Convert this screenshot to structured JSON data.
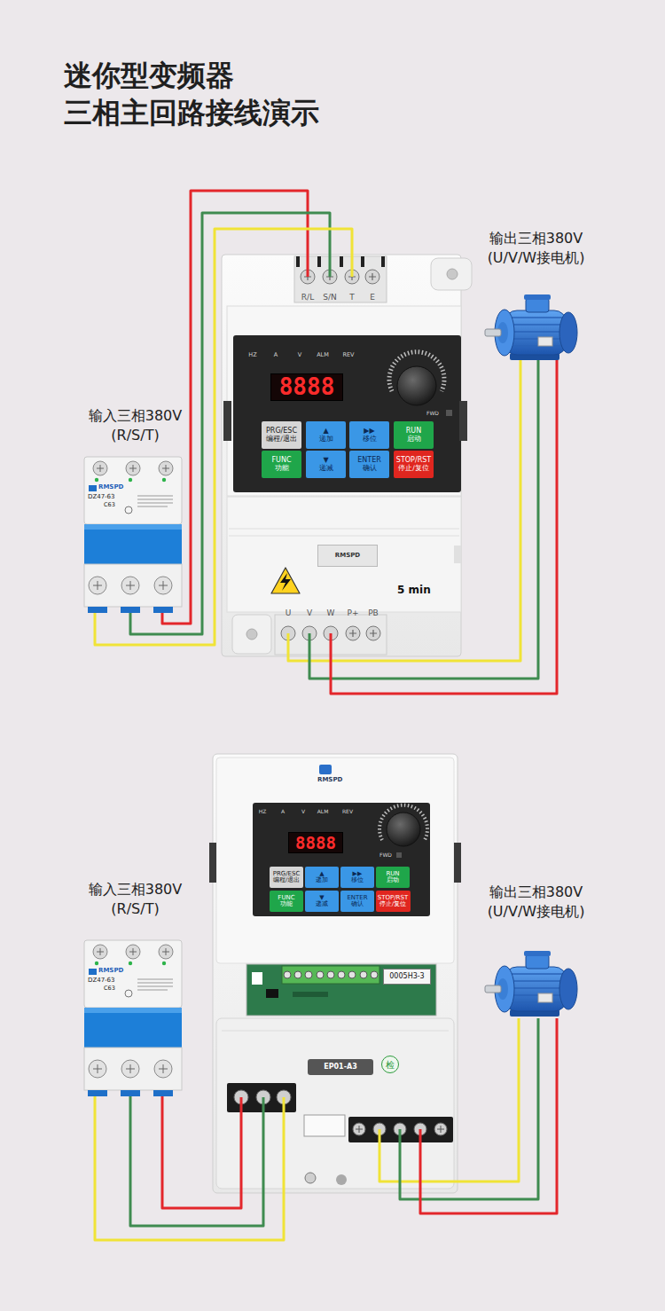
{
  "diagram": {
    "title": "迷你型变频器 三相主回路接线演示",
    "nodes": [
      {
        "text": [
          "5 min"
        ]
      },
      {
        "text": [
          "HZ",
          "A",
          "V",
          "ALM",
          "REV",
          "FWD"
        ],
        "in": 0
      },
      {
        "text": [
          "8888"
        ],
        "in": 1
      },
      {
        "text": [
          "PRG/ESC",
          "编程/退出"
        ],
        "in": 1
      },
      {
        "text": [
          "▲",
          "递加"
        ],
        "in": 1
      },
      {
        "text": [
          "▶▶",
          "移位"
        ],
        "in": 1
      },
      {
        "text": [
          "RUN",
          "启动"
        ],
        "in": 1
      },
      {
        "text": [
          "FUNC",
          "功能"
        ],
        "in": 1
      },
      {
        "text": [
          "▼",
          "递减"
        ],
        "in": 1
      },
      {
        "text": [
          "ENTER",
          "确认"
        ],
        "in": 1
      },
      {
        "text": [
          "STOP/RST",
          "停止/复位"
        ],
        "in": 1
      },
      {
        "text": [
          "RMSPD"
        ],
        "in": 0
      },
      {
        "text": [
          "RMSPD",
          "DZ47-63",
          "C63"
        ]
      },
      {
        "text": [
          "RMSPD"
        ]
      },
      {
        "text": [
          "HZ",
          "A",
          "V",
          "ALM",
          "REV",
          "FWD"
        ],
        "in": 13
      },
      {
        "text": [
          "8888"
        ],
        "in": 14
      },
      {
        "text": [
          "PRG/ESC",
          "编程/退出"
        ],
        "in": 14
      },
      {
        "text": [
          "▲",
          "递加"
        ],
        "in": 14
      },
      {
        "text": [
          "▶▶",
          "移位"
        ],
        "in": 14
      },
      {
        "text": [
          "RUN",
          "启动"
        ],
        "in": 14
      },
      {
        "text": [
          "FUNC",
          "功能"
        ],
        "in": 14
      },
      {
        "text": [
          "▼",
          "递减"
        ],
        "in": 14
      },
      {
        "text": [
          "ENTER",
          "确认"
        ],
        "in": 14
      },
      {
        "text": [
          "STOP/RST",
          "停止/复位"
        ],
        "in": 14
      },
      {
        "text": [
          "0005H3-3"
        ],
        "in": 13
      },
      {
        "text": [
          "EP01-A3"
        ],
        "in": 13
      },
      {
        "text": [
          "检"
        ],
        "in": 13
      },
      {
        "text": [
          "RMSPD",
          "DZ47-63",
          "C63"
        ]
      }
    ],
    "edges": [
      {
        "from": 12,
        "to": 0,
        "arrow": "none"
      },
      {
        "from": 12,
        "to": 0,
        "arrow": "none"
      },
      {
        "from": 12,
        "to": 0,
        "arrow": "none"
      },
      {
        "from": 27,
        "to": 13,
        "arrow": "none"
      },
      {
        "from": 27,
        "to": 13,
        "arrow": "none"
      },
      {
        "from": 27,
        "to": 13,
        "arrow": "none"
      }
    ],
    "labels": [
      "输出三相380V (U/V/W接电机)",
      "R/L",
      "S/N",
      "T",
      "E",
      "输入三相380V (R/S/T)",
      "U",
      "V",
      "W",
      "P+",
      "PB",
      "输入三相380V (R/S/T)",
      "输出三相380V (U/V/W接电机)"
    ]
  }
}
